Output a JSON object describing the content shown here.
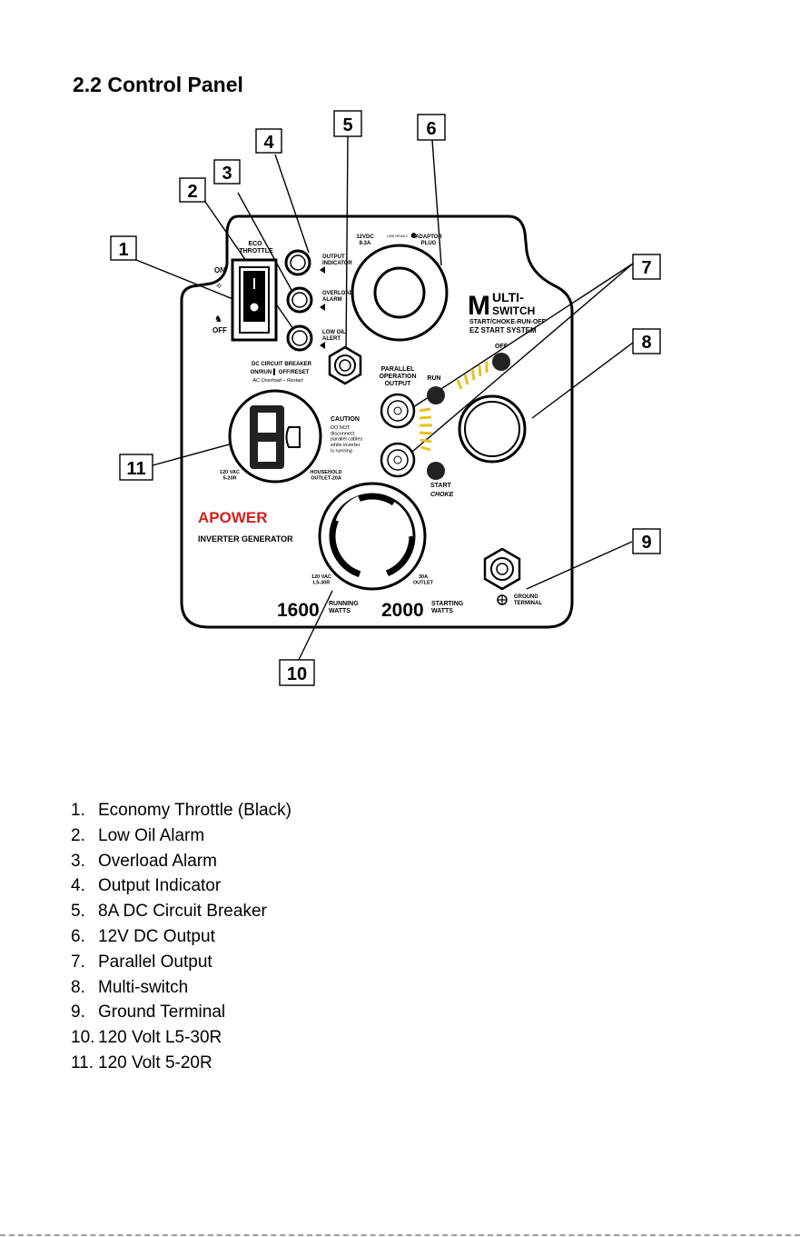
{
  "section_title": "2.2 Control Panel",
  "callouts": [
    "1",
    "2",
    "3",
    "4",
    "5",
    "6",
    "7",
    "8",
    "9",
    "10",
    "11"
  ],
  "panel": {
    "eco_throttle": "ECO\nTHROTTLE",
    "on": "ON",
    "off_switch": "OFF",
    "output_indicator": "OUTPUT\nINDICATOR",
    "overload_alarm": "OVERLOAD\nALARM",
    "low_oil_alert": "LOW OIL\nALERT",
    "dc_rating": "12VDC\n8.3A",
    "usb_ready": "USB READY",
    "adaptor_plug": "ADAPTOR\nPLUG",
    "brand_m": "M",
    "brand_ulti": "ULTI-",
    "brand_switch": "SWITCH",
    "multiswitch_sub1": "START/CHOKE-RUN-OFF",
    "multiswitch_sub2": "EZ START SYSTEM",
    "dial_off": "OFF",
    "run": "RUN",
    "start": "START",
    "choke": "CHOKE",
    "parallel": "PARALLEL\nOPERATION\nOUTPUT",
    "dc_breaker": "DC CIRCUIT BREAKER",
    "breaker_states": "ON/RUN ▌ OFF/RESET",
    "ac_note": "AC Overload – Restart",
    "caution_title": "CAUTION",
    "caution_body": "DO NOT\ndisconnect\nparallel cables\nwhile inverter\nis running",
    "outlet_5_20r": "120 VAC\n5-20R",
    "household": "HOUSEHOLD\nOUTLET-20A",
    "logo": "APOWER",
    "inverter_gen": "INVERTER GENERATOR",
    "l5_30r": "120 VAC\nL5-30R",
    "outlet_30a": "30A\nOUTLET",
    "running_watts_value": "1600",
    "running_watts_label": "RUNNING\nWATTS",
    "starting_watts_value": "2000",
    "starting_watts_label": "STARTING\nWATTS",
    "ground_terminal": "GROUND\nTERMINAL"
  },
  "legend": [
    {
      "num": "1.",
      "text": "Economy Throttle (Black)"
    },
    {
      "num": "2.",
      "text": "Low Oil Alarm"
    },
    {
      "num": "3.",
      "text": "Overload  Alarm"
    },
    {
      "num": "4.",
      "text": "Output  Indicator"
    },
    {
      "num": "5.",
      "text": "8A DC Circuit Breaker"
    },
    {
      "num": "6.",
      "text": "12V DC Output"
    },
    {
      "num": "7.",
      "text": "Parallel Output"
    },
    {
      "num": "8.",
      "text": "Multi-switch"
    },
    {
      "num": "9.",
      "text": "Ground Terminal"
    },
    {
      "num": "10.",
      "text": "120 Volt L5-30R"
    },
    {
      "num": "11.",
      "text": "120 Volt 5-20R"
    }
  ],
  "colors": {
    "accent": "#d41f1f",
    "dial_marks": "#e7c21e",
    "ink": "#000000"
  }
}
